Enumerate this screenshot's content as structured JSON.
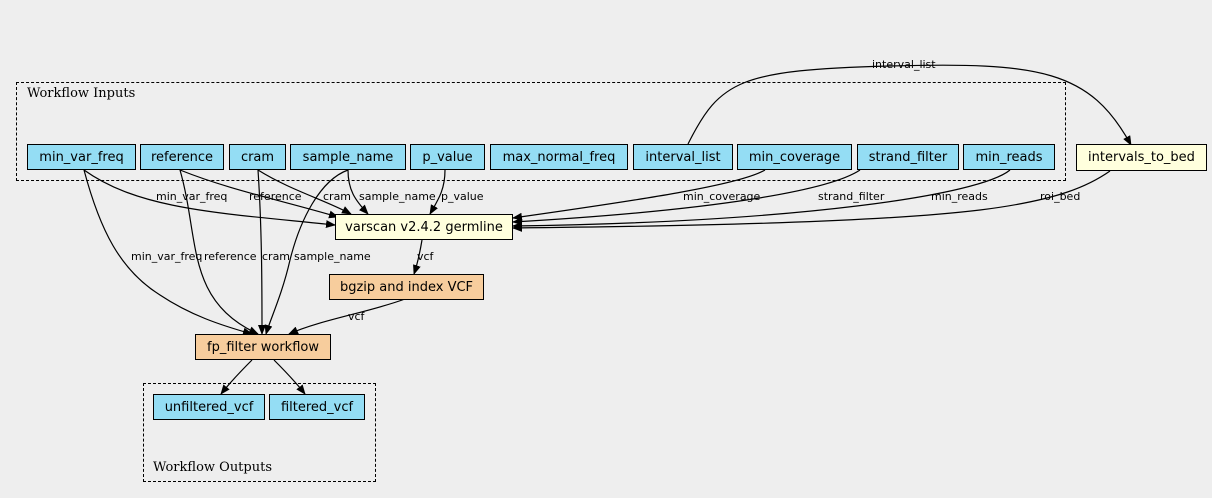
{
  "clusters": {
    "inputs_label": "Workflow Inputs",
    "outputs_label": "Workflow Outputs"
  },
  "inputs": {
    "min_var_freq": "min_var_freq",
    "reference": "reference",
    "cram": "cram",
    "sample_name": "sample_name",
    "p_value": "p_value",
    "max_normal_freq": "max_normal_freq",
    "interval_list": "interval_list",
    "min_coverage": "min_coverage",
    "strand_filter": "strand_filter",
    "min_reads": "min_reads"
  },
  "steps": {
    "intervals_to_bed": "intervals_to_bed",
    "varscan": "varscan v2.4.2 germline",
    "bgzip": "bgzip and index VCF",
    "fp_filter": "fp_filter workflow"
  },
  "outputs": {
    "unfiltered_vcf": "unfiltered_vcf",
    "filtered_vcf": "filtered_vcf"
  },
  "edge_labels": {
    "interval_list": "interval_list",
    "min_var_freq_varscan": "min_var_freq",
    "reference_varscan": "reference",
    "cram_varscan": "cram",
    "sample_name_varscan": "sample_name",
    "p_value_varscan": "p_value",
    "min_coverage": "min_coverage",
    "strand_filter": "strand_filter",
    "min_reads": "min_reads",
    "roi_bed": "roi_bed",
    "vcf_bgzip": "vcf",
    "min_var_freq_fp": "min_var_freq",
    "reference_fp": "reference",
    "cram_fp": "cram",
    "sample_name_fp": "sample_name",
    "vcf_fp": "vcf"
  },
  "colors": {
    "background": "#eeeeee",
    "input_fill": "#94ddf4",
    "tool_fill": "#ffffdd",
    "subworkflow_fill": "#f7cd9d"
  }
}
